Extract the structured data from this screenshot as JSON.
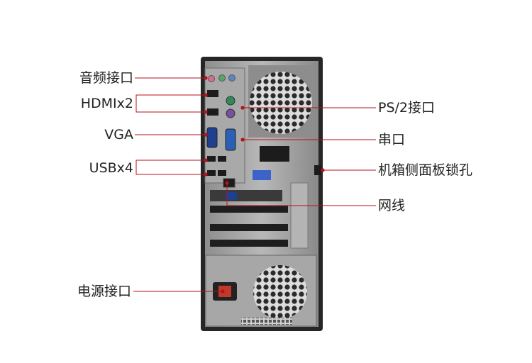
{
  "labels": {
    "audio": "音频接口",
    "hdmi": "HDMIx2",
    "vga": "VGA",
    "usb": "USBx4",
    "power": "电源接口",
    "ps2": "PS/2接口",
    "serial": "串口",
    "lock": "机箱侧面板锁孔",
    "network": "网线"
  },
  "colors": {
    "leader": "#b5121b",
    "chassis": "#2a2a2a",
    "panel": "#9a9a9a",
    "ps2_keyboard": "#7a4fa0",
    "ps2_mouse": "#2e8b57",
    "vga_port": "#1f3f8f",
    "power_socket": "#c0392b"
  }
}
